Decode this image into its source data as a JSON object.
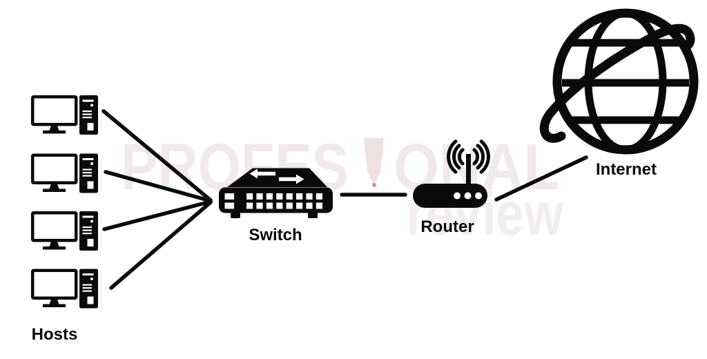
{
  "colors": {
    "background": "#ffffff",
    "ink": "#0a0a0a",
    "watermark_text": "#f1eaea",
    "watermark_pen": "#f0e0e0",
    "watermark_dot": "#a34d4d"
  },
  "nodes": {
    "hosts": {
      "label": "Hosts",
      "icon": "desktop-computer-icon",
      "count": 4
    },
    "switch": {
      "label": "Switch",
      "icon": "network-switch-icon"
    },
    "router": {
      "label": "Router",
      "icon": "wireless-router-icon"
    },
    "internet": {
      "label": "Internet",
      "icon": "internet-globe-icon"
    }
  },
  "connections": [
    "host-1 to switch",
    "host-2 to switch",
    "host-3 to switch",
    "host-4 to switch",
    "switch to router",
    "router to internet"
  ],
  "watermark": {
    "part1": "PROFES",
    "part2": "ONAL",
    "line2": "review"
  }
}
